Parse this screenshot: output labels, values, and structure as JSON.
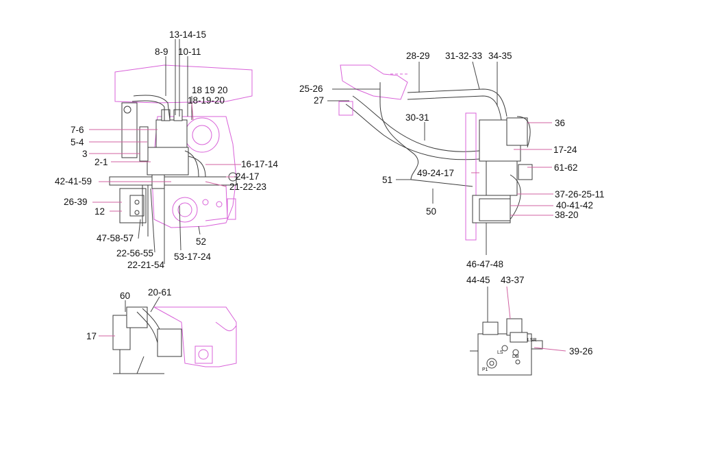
{
  "labels": {
    "l_13_14_15": "13-14-15",
    "l_8_9": "8-9",
    "l_10_11": "10-11",
    "l_18_19_20_a": "18  19  20",
    "l_18_19_20_b": "18-19-20",
    "l_7_6": "7-6",
    "l_5_4": "5-4",
    "l_3": "3",
    "l_2_1": "2-1",
    "l_16_17_14": "16-17-14",
    "l_24_17_a": "24-17",
    "l_42_41_59": "42-41-59",
    "l_21_22_23": "21-22-23",
    "l_26_39": "26-39",
    "l_12": "12",
    "l_47_58_57": "47-58-57",
    "l_52": "52",
    "l_22_56_55": "22-56-55",
    "l_53_17_24": "53-17-24",
    "l_22_21_54": "22-21-54",
    "l_60": "60",
    "l_20_61": "20-61",
    "l_17_bottom": "17",
    "l_28_29": "28-29",
    "l_31_32_33": "31-32-33",
    "l_34_35": "34-35",
    "l_25_26": "25-26",
    "l_27": "27",
    "l_30_31": "30-31",
    "l_36": "36",
    "l_17_24": "17-24",
    "l_61_62": "61-62",
    "l_49_24_17": "49-24-17",
    "l_51": "51",
    "l_37_26_25_11": "37-26-25-11",
    "l_50": "50",
    "l_40_41_42": "40-41-42",
    "l_38_20": "38-20",
    "l_46_47_48": "46-47-48",
    "l_44_45": "44-45",
    "l_43_37": "43-37",
    "l_39_26": "39-26",
    "port_p1": "P1",
    "port_ls": "LS",
    "port_lsr": "LSR",
    "port_db": "DB"
  },
  "colors": {
    "pink": "#d860d8",
    "line": "#3a3a3a",
    "text": "#111111"
  }
}
